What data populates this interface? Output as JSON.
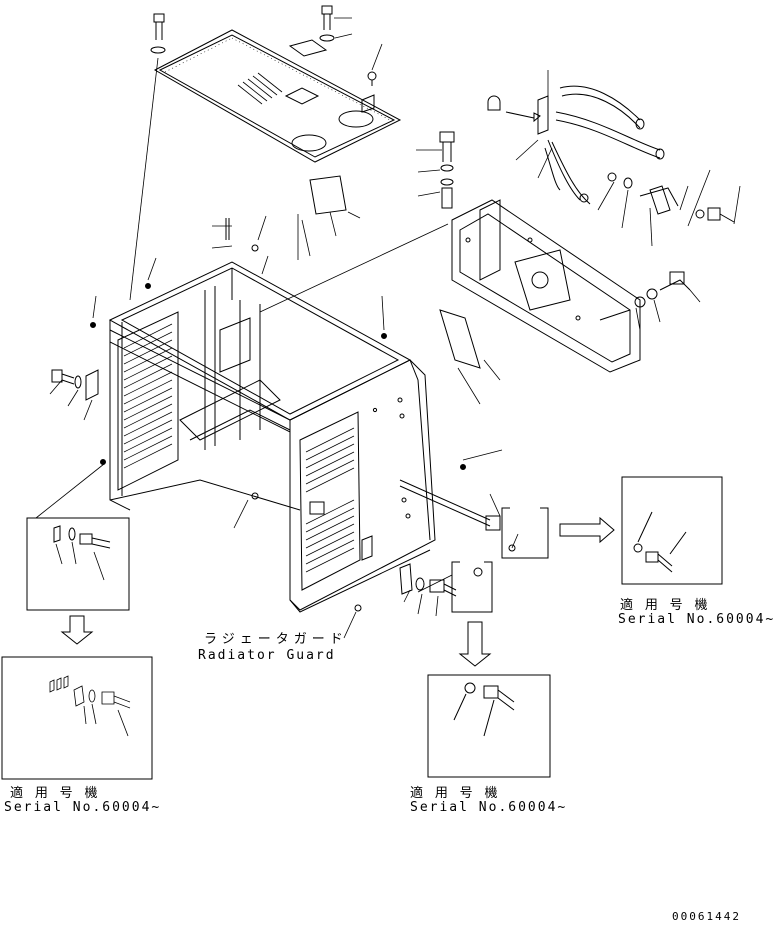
{
  "labels": {
    "guard_jp": "ラジェータガード",
    "guard_en": "Radiator Guard",
    "serial_jp": "適 用 号 機",
    "serial_no": "Serial No.60004~",
    "drawing_no": "00061442"
  },
  "insets": [
    {
      "id": "lower-left",
      "applicability_jp": "適 用 号 機",
      "serial": "Serial No.60004~"
    },
    {
      "id": "lower-center",
      "applicability_jp": "適 用 号 機",
      "serial": "Serial No.60004~"
    },
    {
      "id": "right",
      "applicability_jp": "適 用 号 機",
      "serial": "Serial No.60004~"
    }
  ]
}
